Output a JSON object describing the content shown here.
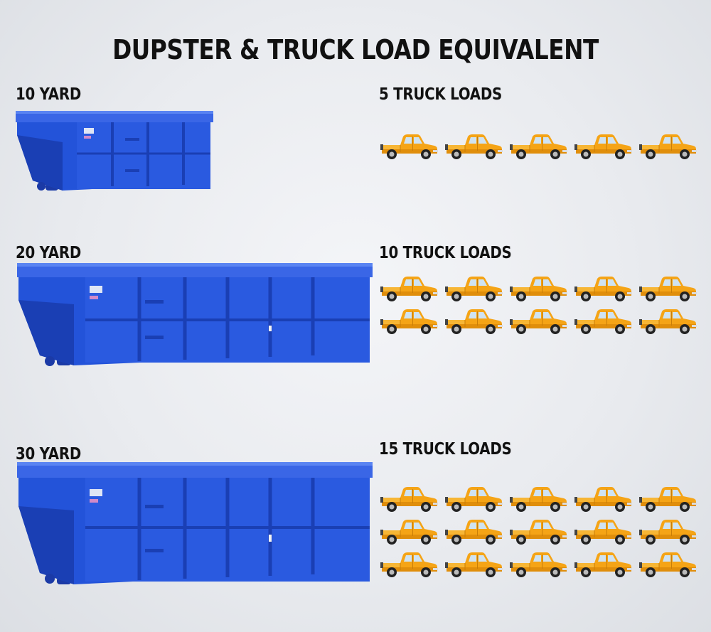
{
  "title": "DUPSTER & TRUCK LOAD EQUIVALENT",
  "sections": [
    {
      "size_label": "10 YARD",
      "truck_label": "5 TRUCK LOADS",
      "truck_count": 5
    },
    {
      "size_label": "20 YARD",
      "truck_label": "10 TRUCK LOADS",
      "truck_count": 10
    },
    {
      "size_label": "30 YARD",
      "truck_label": "15 TRUCK LOADS",
      "truck_count": 15
    }
  ],
  "icons": {
    "dumpster": "roll-off-dumpster-icon",
    "truck": "pickup-truck-icon"
  },
  "colors": {
    "dumpster": "#2046c8",
    "truck": "#f5a416",
    "text": "#111111"
  }
}
